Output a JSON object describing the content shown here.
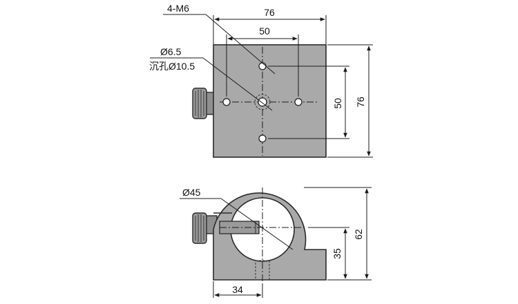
{
  "colors": {
    "body_fill": "#a9a9a9",
    "knob_fill": "#8f8f8f",
    "line": "#1a1a1a",
    "background": "#ffffff"
  },
  "top_view": {
    "labels": {
      "holes_m6": "4-M6",
      "thru_hole": "Ø6.5",
      "counterbore": "沉孔Ø10.5"
    },
    "dimensions": {
      "width_overall": "76",
      "hole_spacing_x": "50",
      "hole_spacing_y": "50",
      "height_overall": "76"
    }
  },
  "front_view": {
    "labels": {
      "bore": "Ø45"
    },
    "dimensions": {
      "overall_height": "62",
      "center_height": "35",
      "base_offset": "34"
    }
  }
}
